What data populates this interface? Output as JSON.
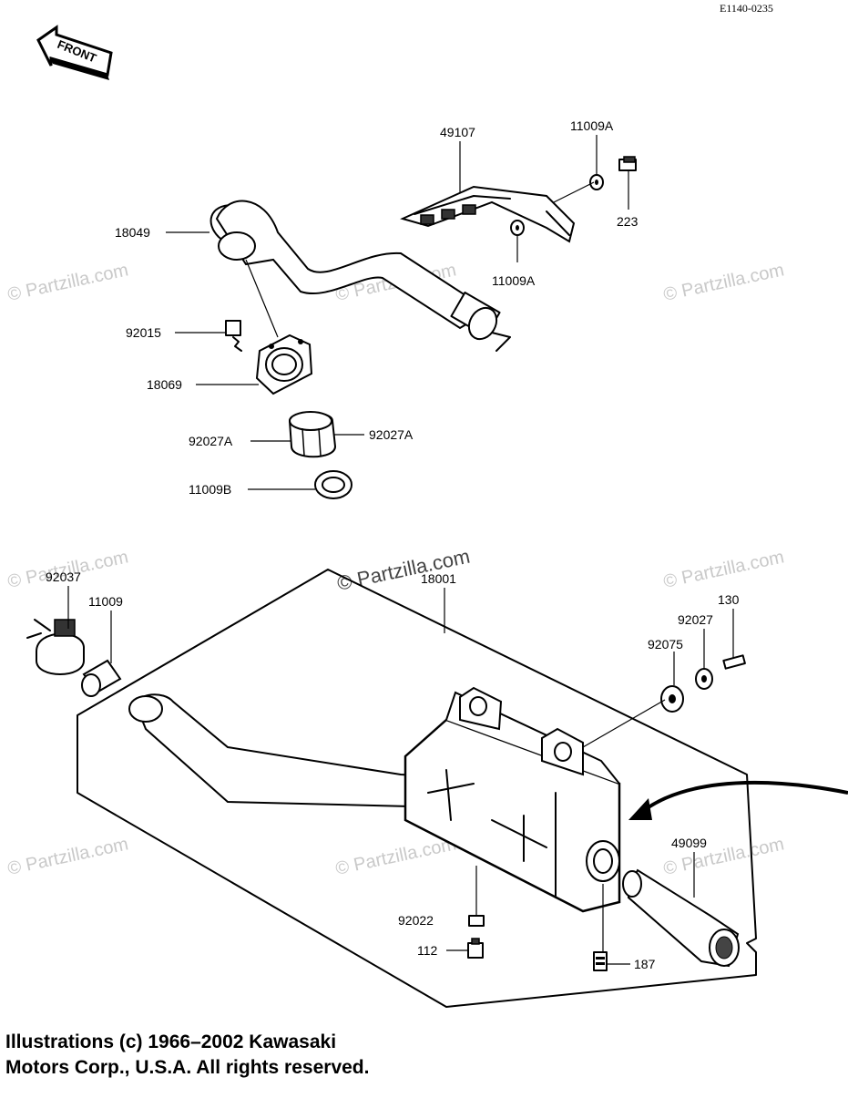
{
  "drawing_code": "E1140-0235",
  "front_label": "FRONT",
  "watermark": "© Partzilla.com",
  "watermark_main": "© Partzilla.com",
  "copyright_line1": "Illustrations (c) 1966–2002 Kawasaki",
  "copyright_line2": "Motors Corp., U.S.A.  All rights reserved.",
  "labels": {
    "p49107": "49107",
    "p11009A_top": "11009A",
    "p223": "223",
    "p18049": "18049",
    "p11009A_bot": "11009A",
    "p92015": "92015",
    "p18069": "18069",
    "p92027A_left": "92027A",
    "p92027A_right": "92027A",
    "p11009B": "11009B",
    "p92037": "92037",
    "p11009": "11009",
    "p18001": "18001",
    "p130": "130",
    "p92027": "92027",
    "p92075": "92075",
    "p49099": "49099",
    "p92022": "92022",
    "p112": "112",
    "p187": "187"
  }
}
